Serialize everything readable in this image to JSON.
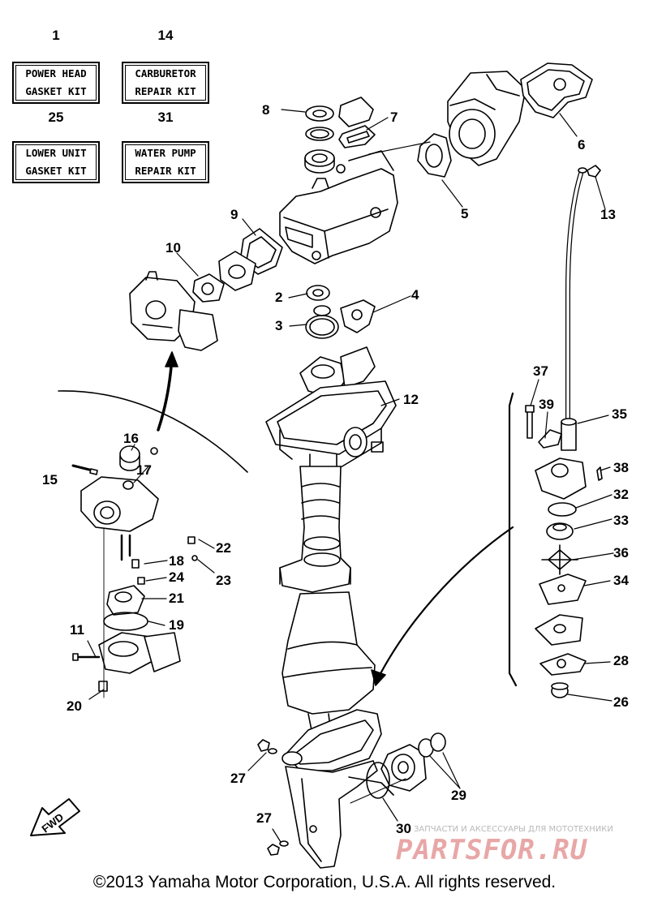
{
  "kits": [
    {
      "number": "1",
      "line1": "POWER HEAD",
      "line2": "GASKET KIT"
    },
    {
      "number": "14",
      "line1": "CARBURETOR",
      "line2": "REPAIR KIT"
    },
    {
      "number": "25",
      "line1": "LOWER UNIT",
      "line2": "GASKET KIT"
    },
    {
      "number": "31",
      "line1": "WATER PUMP",
      "line2": "REPAIR KIT"
    }
  ],
  "callouts": [
    "8",
    "7",
    "6",
    "5",
    "13",
    "9",
    "10",
    "2",
    "4",
    "3",
    "12",
    "16",
    "15",
    "17",
    "22",
    "18",
    "24",
    "23",
    "21",
    "19",
    "11",
    "20",
    "37",
    "39",
    "35",
    "38",
    "32",
    "33",
    "36",
    "34",
    "28",
    "26",
    "27",
    "29",
    "30",
    "27"
  ],
  "direction_label": "FWD",
  "watermark": {
    "small": "ЗАПЧАСТИ И АКСЕССУАРЫ ДЛЯ МОТОТЕХНИКИ",
    "big": "PARTSFOR.RU"
  },
  "copyright": "©2013 Yamaha Motor Corporation, U.S.A. All rights reserved."
}
